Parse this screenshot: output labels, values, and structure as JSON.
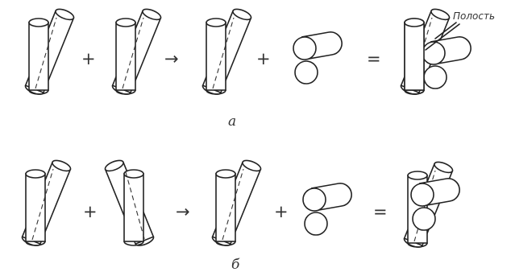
{
  "figure": {
    "row_a": {
      "label": "а",
      "operators": [
        "+",
        "→",
        "+",
        "="
      ],
      "annotation": "Полость"
    },
    "row_b": {
      "label": "б",
      "operators": [
        "+",
        "→",
        "+",
        "="
      ]
    }
  }
}
